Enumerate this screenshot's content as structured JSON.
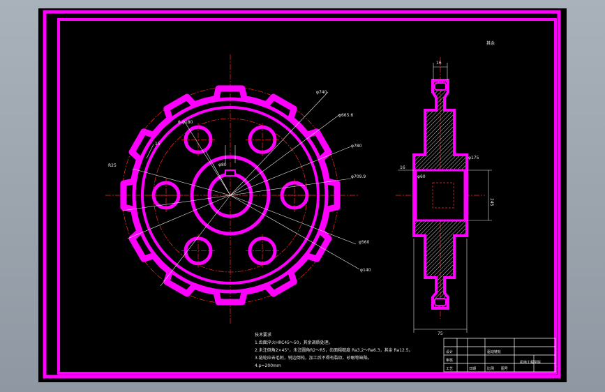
{
  "drawing": {
    "colors": {
      "outline": "#ff00ff",
      "centerline": "#ff2a2a",
      "text": "#e8e8e8",
      "background": "#000000"
    },
    "corner_note": "其余",
    "front_view_labels": {
      "d740": "φ740",
      "d665": "φ665.6",
      "d780": "φ780",
      "d7099": "φ709.9",
      "d560": "φ560",
      "d140": "φ140",
      "d180": "6-φ180",
      "r25": "R25",
      "r15": "15",
      "hub": "φ80"
    },
    "side_view_labels": {
      "top": "16",
      "left": "16",
      "right": "φ175",
      "right2": "245",
      "bottom": "75",
      "mid": "φ60"
    },
    "notes": {
      "title": "技术要求",
      "line1": "1.齿面淬火HRC45～50，其余调质处理。",
      "line2": "2.未注倒角2×45°，未注圆角R2～R5，齿面粗糙度 Ra3.2～Ra6.3，其余 Ra12.5。",
      "line3": "3.链轮应去毛刺，锐边倒钝，加工后不得有裂纹、砂眼等缺陷。",
      "line4": "4.p=200mm"
    },
    "title_block": {
      "part_name": "驱动链轮",
      "school": "机电工程学院",
      "row1": "设计",
      "row2": "审核",
      "row3": "工艺",
      "date": "日期",
      "scale": "比例",
      "sheet": "图号"
    }
  }
}
